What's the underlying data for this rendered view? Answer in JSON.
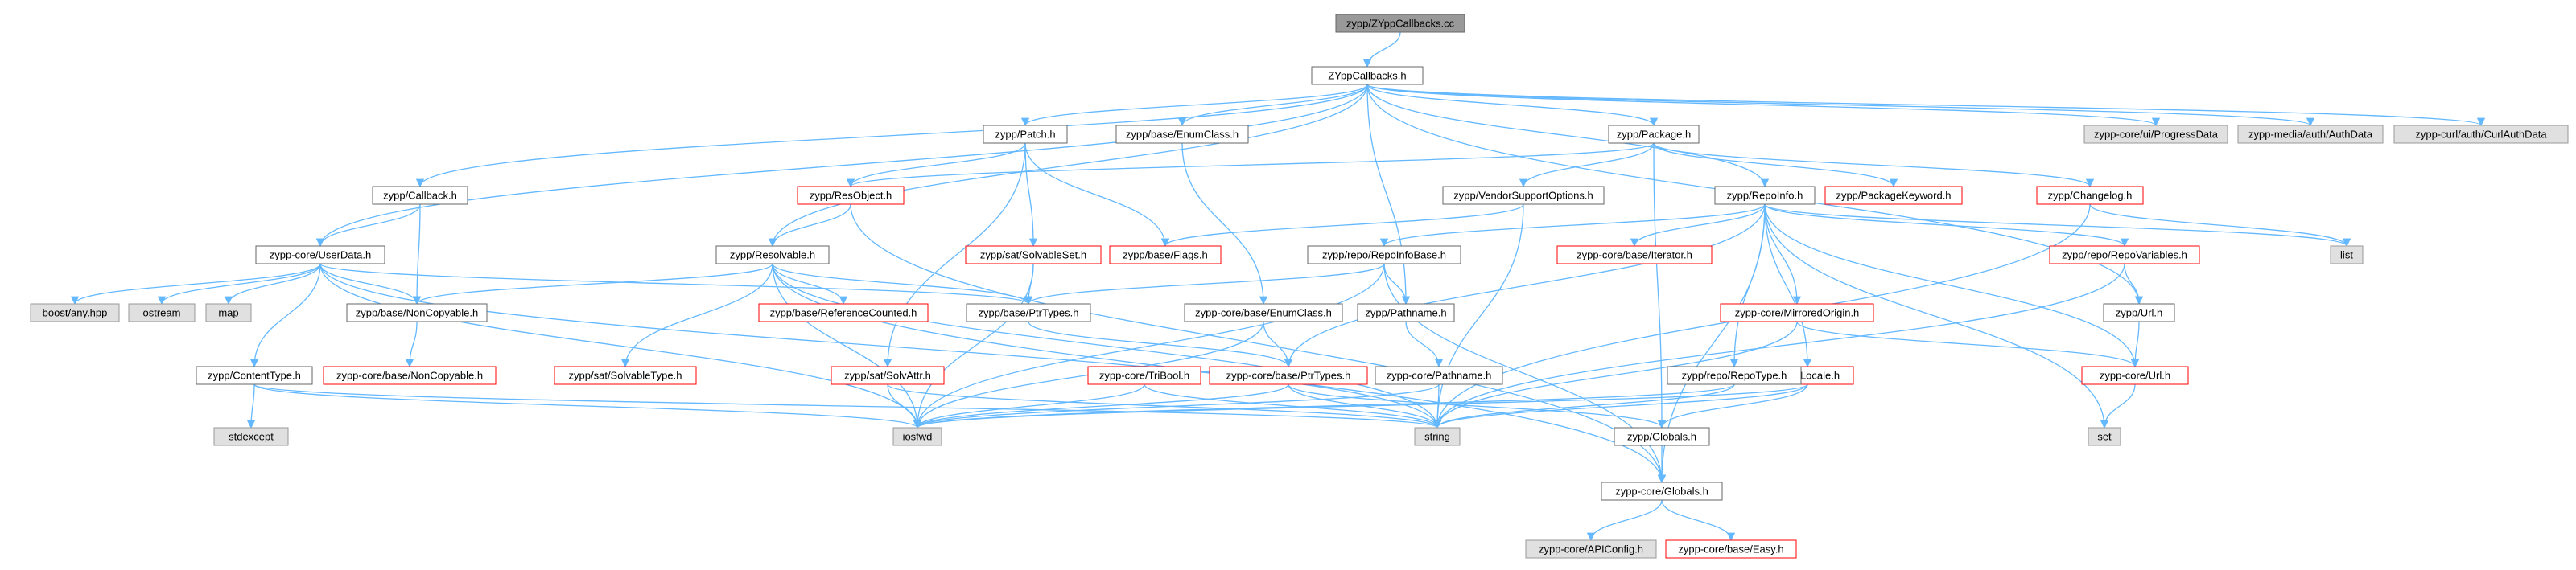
{
  "colors": {
    "edge": "#63b8ff",
    "node_fill": "#ffffff",
    "node_border": "#666666",
    "focus_fill": "#999999",
    "missing_fill": "#e0e0e0",
    "missing_border": "#999999",
    "incomplete_border": "#ff0000",
    "text": "#000000"
  },
  "nodes": [
    {
      "id": "zcb_cc",
      "label": "zypp/ZYppCallbacks.cc",
      "kind": "focus"
    },
    {
      "id": "zcb_h",
      "label": "ZYppCallbacks.h",
      "kind": "normal"
    },
    {
      "id": "patch",
      "label": "zypp/Patch.h",
      "kind": "normal"
    },
    {
      "id": "enumclass",
      "label": "zypp/base/EnumClass.h",
      "kind": "normal"
    },
    {
      "id": "package",
      "label": "zypp/Package.h",
      "kind": "normal"
    },
    {
      "id": "progress",
      "label": "zypp-core/ui/ProgressData",
      "kind": "missing"
    },
    {
      "id": "authdata",
      "label": "zypp-media/auth/AuthData",
      "kind": "missing"
    },
    {
      "id": "curlauth",
      "label": "zypp-curl/auth/CurlAuthData",
      "kind": "missing"
    },
    {
      "id": "callback",
      "label": "zypp/Callback.h",
      "kind": "normal"
    },
    {
      "id": "resobject",
      "label": "zypp/ResObject.h",
      "kind": "incomplete"
    },
    {
      "id": "vendor",
      "label": "zypp/VendorSupportOptions.h",
      "kind": "normal"
    },
    {
      "id": "repoinfo",
      "label": "zypp/RepoInfo.h",
      "kind": "normal"
    },
    {
      "id": "pkgkeyword",
      "label": "zypp/PackageKeyword.h",
      "kind": "incomplete"
    },
    {
      "id": "changelog",
      "label": "zypp/Changelog.h",
      "kind": "incomplete"
    },
    {
      "id": "userdata",
      "label": "zypp-core/UserData.h",
      "kind": "normal"
    },
    {
      "id": "resolvable",
      "label": "zypp/Resolvable.h",
      "kind": "normal"
    },
    {
      "id": "solvableset",
      "label": "zypp/sat/SolvableSet.h",
      "kind": "incomplete"
    },
    {
      "id": "flags",
      "label": "zypp/base/Flags.h",
      "kind": "incomplete"
    },
    {
      "id": "repoinfobase",
      "label": "zypp/repo/RepoInfoBase.h",
      "kind": "normal"
    },
    {
      "id": "iterator",
      "label": "zypp-core/base/Iterator.h",
      "kind": "incomplete"
    },
    {
      "id": "repovars",
      "label": "zypp/repo/RepoVariables.h",
      "kind": "incomplete"
    },
    {
      "id": "list",
      "label": "list",
      "kind": "missing"
    },
    {
      "id": "boostany",
      "label": "boost/any.hpp",
      "kind": "missing"
    },
    {
      "id": "ostream",
      "label": "ostream",
      "kind": "missing"
    },
    {
      "id": "map",
      "label": "map",
      "kind": "missing"
    },
    {
      "id": "noncopyable",
      "label": "zypp/base/NonCopyable.h",
      "kind": "normal"
    },
    {
      "id": "refcounted",
      "label": "zypp/base/ReferenceCounted.h",
      "kind": "incomplete"
    },
    {
      "id": "ptrtypes",
      "label": "zypp/base/PtrTypes.h",
      "kind": "normal"
    },
    {
      "id": "coreenum",
      "label": "zypp-core/base/EnumClass.h",
      "kind": "normal"
    },
    {
      "id": "pathname",
      "label": "zypp/Pathname.h",
      "kind": "normal"
    },
    {
      "id": "mirrored",
      "label": "zypp-core/MirroredOrigin.h",
      "kind": "incomplete"
    },
    {
      "id": "url",
      "label": "zypp/Url.h",
      "kind": "normal"
    },
    {
      "id": "contenttype",
      "label": "zypp/ContentType.h",
      "kind": "normal"
    },
    {
      "id": "corenoncopy",
      "label": "zypp-core/base/NonCopyable.h",
      "kind": "incomplete"
    },
    {
      "id": "solvabletype",
      "label": "zypp/sat/SolvableType.h",
      "kind": "incomplete"
    },
    {
      "id": "solvattr",
      "label": "zypp/sat/SolvAttr.h",
      "kind": "incomplete"
    },
    {
      "id": "tribool",
      "label": "zypp-core/TriBool.h",
      "kind": "incomplete"
    },
    {
      "id": "coreptr",
      "label": "zypp-core/base/PtrTypes.h",
      "kind": "incomplete"
    },
    {
      "id": "corepath",
      "label": "zypp-core/Pathname.h",
      "kind": "normal"
    },
    {
      "id": "locale",
      "label": "zypp/Locale.h",
      "kind": "incomplete"
    },
    {
      "id": "repotype",
      "label": "zypp/repo/RepoType.h",
      "kind": "normal"
    },
    {
      "id": "coreurl",
      "label": "zypp-core/Url.h",
      "kind": "incomplete"
    },
    {
      "id": "stdexcept",
      "label": "stdexcept",
      "kind": "missing"
    },
    {
      "id": "iosfwd",
      "label": "iosfwd",
      "kind": "missing"
    },
    {
      "id": "string",
      "label": "string",
      "kind": "missing"
    },
    {
      "id": "globals",
      "label": "zypp/Globals.h",
      "kind": "normal"
    },
    {
      "id": "set",
      "label": "set",
      "kind": "missing"
    },
    {
      "id": "coreglobals",
      "label": "zypp-core/Globals.h",
      "kind": "normal"
    },
    {
      "id": "apiconfig",
      "label": "zypp-core/APIConfig.h",
      "kind": "missing"
    },
    {
      "id": "easy",
      "label": "zypp-core/base/Easy.h",
      "kind": "incomplete"
    }
  ],
  "edges": [
    [
      "zcb_cc",
      "zcb_h"
    ],
    [
      "zcb_h",
      "patch"
    ],
    [
      "zcb_h",
      "enumclass"
    ],
    [
      "zcb_h",
      "package"
    ],
    [
      "zcb_h",
      "progress"
    ],
    [
      "zcb_h",
      "authdata"
    ],
    [
      "zcb_h",
      "curlauth"
    ],
    [
      "zcb_h",
      "callback"
    ],
    [
      "zcb_h",
      "userdata"
    ],
    [
      "zcb_h",
      "resolvable"
    ],
    [
      "zcb_h",
      "repoinfo"
    ],
    [
      "zcb_h",
      "pathname"
    ],
    [
      "zcb_h",
      "url"
    ],
    [
      "patch",
      "resobject"
    ],
    [
      "patch",
      "solvableset"
    ],
    [
      "patch",
      "flags"
    ],
    [
      "patch",
      "solvattr"
    ],
    [
      "enumclass",
      "coreenum"
    ],
    [
      "package",
      "resobject"
    ],
    [
      "package",
      "vendor"
    ],
    [
      "package",
      "pkgkeyword"
    ],
    [
      "package",
      "changelog"
    ],
    [
      "package",
      "globals"
    ],
    [
      "callback",
      "userdata"
    ],
    [
      "callback",
      "noncopyable"
    ],
    [
      "resobject",
      "resolvable"
    ],
    [
      "resobject",
      "coreglobals"
    ],
    [
      "vendor",
      "flags"
    ],
    [
      "vendor",
      "string"
    ],
    [
      "repoinfo",
      "repoinfobase"
    ],
    [
      "repoinfo",
      "iterator"
    ],
    [
      "repoinfo",
      "repovars"
    ],
    [
      "repoinfo",
      "list"
    ],
    [
      "repoinfo",
      "mirrored"
    ],
    [
      "repoinfo",
      "locale"
    ],
    [
      "repoinfo",
      "repotype"
    ],
    [
      "repoinfo",
      "coreurl"
    ],
    [
      "repoinfo",
      "set"
    ],
    [
      "repoinfo",
      "coreglobals"
    ],
    [
      "repoinfo",
      "coreptr"
    ],
    [
      "changelog",
      "list"
    ],
    [
      "changelog",
      "string"
    ],
    [
      "userdata",
      "boostany"
    ],
    [
      "userdata",
      "ostream"
    ],
    [
      "userdata",
      "map"
    ],
    [
      "userdata",
      "contenttype"
    ],
    [
      "userdata",
      "ptrtypes"
    ],
    [
      "userdata",
      "string"
    ],
    [
      "userdata",
      "iosfwd"
    ],
    [
      "userdata",
      "noncopyable"
    ],
    [
      "resolvable",
      "noncopyable"
    ],
    [
      "resolvable",
      "refcounted"
    ],
    [
      "resolvable",
      "ptrtypes"
    ],
    [
      "resolvable",
      "solvabletype"
    ],
    [
      "resolvable",
      "iosfwd"
    ],
    [
      "resolvable",
      "string"
    ],
    [
      "resolvable",
      "coreglobals"
    ],
    [
      "solvableset",
      "ptrtypes"
    ],
    [
      "solvableset",
      "iosfwd"
    ],
    [
      "repoinfobase",
      "ptrtypes"
    ],
    [
      "repoinfobase",
      "pathname"
    ],
    [
      "repoinfobase",
      "iosfwd"
    ],
    [
      "repoinfobase",
      "coreglobals"
    ],
    [
      "repovars",
      "url"
    ],
    [
      "repovars",
      "string"
    ],
    [
      "noncopyable",
      "corenoncopy"
    ],
    [
      "ptrtypes",
      "coreptr"
    ],
    [
      "coreenum",
      "coreptr"
    ],
    [
      "coreenum",
      "iosfwd"
    ],
    [
      "pathname",
      "corepath"
    ],
    [
      "mirrored",
      "coreurl"
    ],
    [
      "mirrored",
      "string"
    ],
    [
      "url",
      "coreurl"
    ],
    [
      "contenttype",
      "stdexcept"
    ],
    [
      "contenttype",
      "iosfwd"
    ],
    [
      "contenttype",
      "string"
    ],
    [
      "solvattr",
      "iosfwd"
    ],
    [
      "solvattr",
      "string"
    ],
    [
      "tribool",
      "iosfwd"
    ],
    [
      "tribool",
      "string"
    ],
    [
      "coreptr",
      "iosfwd"
    ],
    [
      "coreptr",
      "string"
    ],
    [
      "coreptr",
      "globals"
    ],
    [
      "corepath",
      "iosfwd"
    ],
    [
      "corepath",
      "string"
    ],
    [
      "locale",
      "iosfwd"
    ],
    [
      "locale",
      "string"
    ],
    [
      "locale",
      "globals"
    ],
    [
      "repotype",
      "iosfwd"
    ],
    [
      "repotype",
      "string"
    ],
    [
      "coreurl",
      "set"
    ],
    [
      "globals",
      "coreglobals"
    ],
    [
      "coreglobals",
      "apiconfig"
    ],
    [
      "coreglobals",
      "easy"
    ]
  ]
}
